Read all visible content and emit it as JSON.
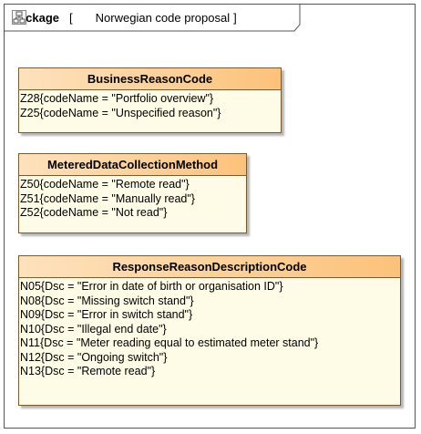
{
  "package": {
    "keyword": "package",
    "open_bracket": "[",
    "icon": "package-diagram-icon",
    "name": "Norwegian code proposal",
    "close_bracket": "]"
  },
  "classes": [
    {
      "name": "BusinessReasonCode",
      "attributes": [
        "Z28{codeName = \"Portfolio overview\"}",
        "Z25{codeName = \"Unspecified reason\"}"
      ]
    },
    {
      "name": "MeteredDataCollectionMethod",
      "attributes": [
        "Z50{codeName = \"Remote read\"}",
        "Z51{codeName = \"Manually read\"}",
        "Z52{codeName = \"Not read\"}"
      ]
    },
    {
      "name": "ResponseReasonDescriptionCode",
      "attributes": [
        "N05{Dsc = \"Error in date of birth or organisation ID\"}",
        "N08{Dsc = \"Missing switch stand\"}",
        "N09{Dsc = \"Error in switch stand\"}",
        "N10{Dsc = \"Illegal end date\"}",
        "N11{Dsc = \"Meter reading equal to estimated meter stand\"}",
        "N12{Dsc = \"Ongoing switch\"}",
        "N13{Dsc = \"Remote read\"}"
      ]
    }
  ],
  "colors": {
    "header_gradient_start": "#fde2bd",
    "header_gradient_end": "#fcc27a",
    "body_fill": "#fefce6",
    "border": "#7a5a2e"
  }
}
